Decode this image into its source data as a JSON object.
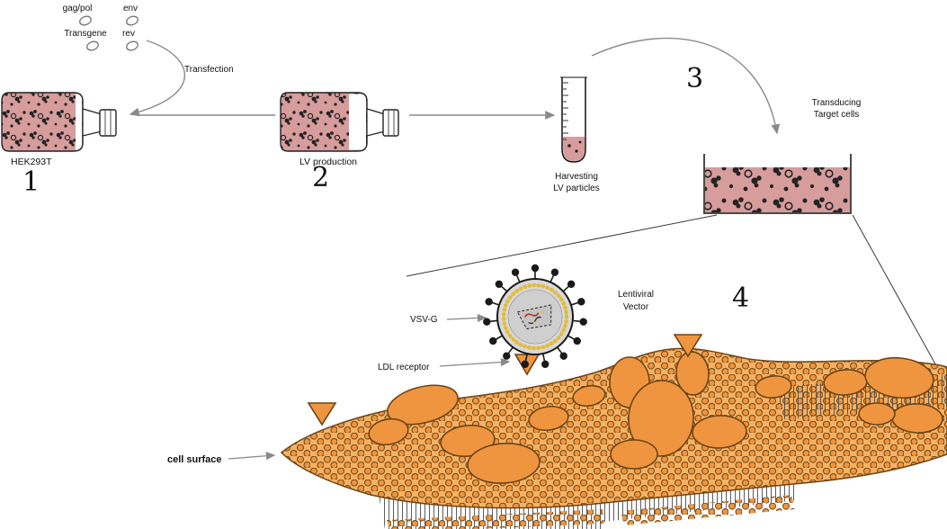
{
  "colors": {
    "culture_pink": "#d79c9c",
    "cell_speckle": "#232323",
    "membrane_orange": "#f0953f",
    "membrane_outline": "#6b4516",
    "arrow_gray": "#8a8a8a",
    "virus_envelope_gray": "#d9d9d9",
    "virus_matrix_yellow": "#e2bc3f"
  },
  "plasmids": {
    "gag_pol": "gag/pol",
    "env": "env",
    "transgene": "Transgene",
    "rev": "rev"
  },
  "process": {
    "transfection": "Transfection",
    "flask1_label": "HEK293T",
    "flask2_label": "LV production",
    "tube_label_line1": "Harvesting",
    "tube_label_line2": "LV particles",
    "dish_label_line1": "Transducing",
    "dish_label_line2": "Target cells"
  },
  "step_numbers": {
    "step1": "1",
    "step2": "2",
    "step3": "3",
    "step4": "4"
  },
  "zoom_view": {
    "vector_label_line1": "Lentiviral",
    "vector_label_line2": "Vector",
    "vsv_g": "VSV-G",
    "ldl_receptor": "LDL receptor",
    "cell_surface": "cell surface"
  }
}
